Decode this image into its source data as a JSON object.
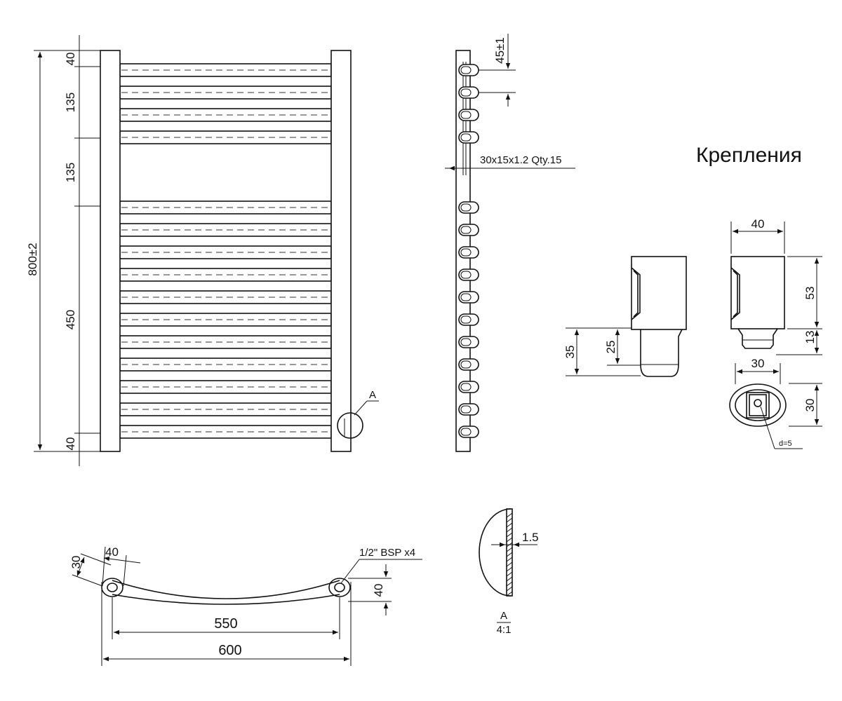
{
  "front_view": {
    "height_total": "800±2",
    "segments": [
      "40",
      "135",
      "135",
      "450",
      "40"
    ],
    "detail_callout": "A",
    "bar_count": 15
  },
  "side_view": {
    "pitch": "45±1",
    "bar_spec": "30x15x1.2  Qty.15"
  },
  "mounts": {
    "title": "Крепления",
    "width_top": "40",
    "height_body": "53",
    "height_neck": "13",
    "base_width": "30",
    "base_height": "30",
    "hole_note": "d=5",
    "left_total": "35",
    "left_neck": "25"
  },
  "top_view": {
    "depth": "30",
    "col_width": "40",
    "connection": "1/2\" BSP x4",
    "offset": "40",
    "center_distance": "550",
    "overall_width": "600"
  },
  "detail_a": {
    "thickness": "1.5",
    "label": "A",
    "scale": "4:1"
  }
}
